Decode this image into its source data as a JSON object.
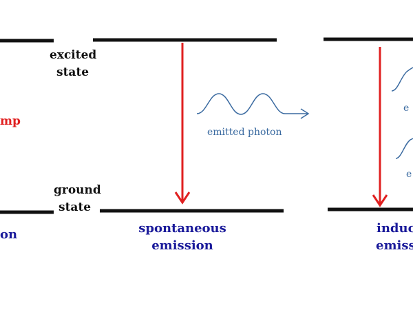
{
  "labels": {
    "excited_state_line1": "excited",
    "excited_state_line2": "state",
    "ground_state_line1": "ground",
    "ground_state_line2": "state",
    "pump_fragment": "mp",
    "left_caption_fragment": "on",
    "spontaneous_line1": "spontaneous",
    "spontaneous_line2": "emission",
    "emitted_photon": "emitted photon",
    "induced_line1_fragment": "induc",
    "induced_line2_fragment": "emiss",
    "right_photon_fragment_1": "e",
    "right_photon_fragment_2": "e"
  },
  "colors": {
    "level_line": "#111111",
    "transition_arrow": "#e02020",
    "photon_wave": "#3a6aa0",
    "caption_blue": "#1a1a9a",
    "pump_red": "#e02020"
  }
}
